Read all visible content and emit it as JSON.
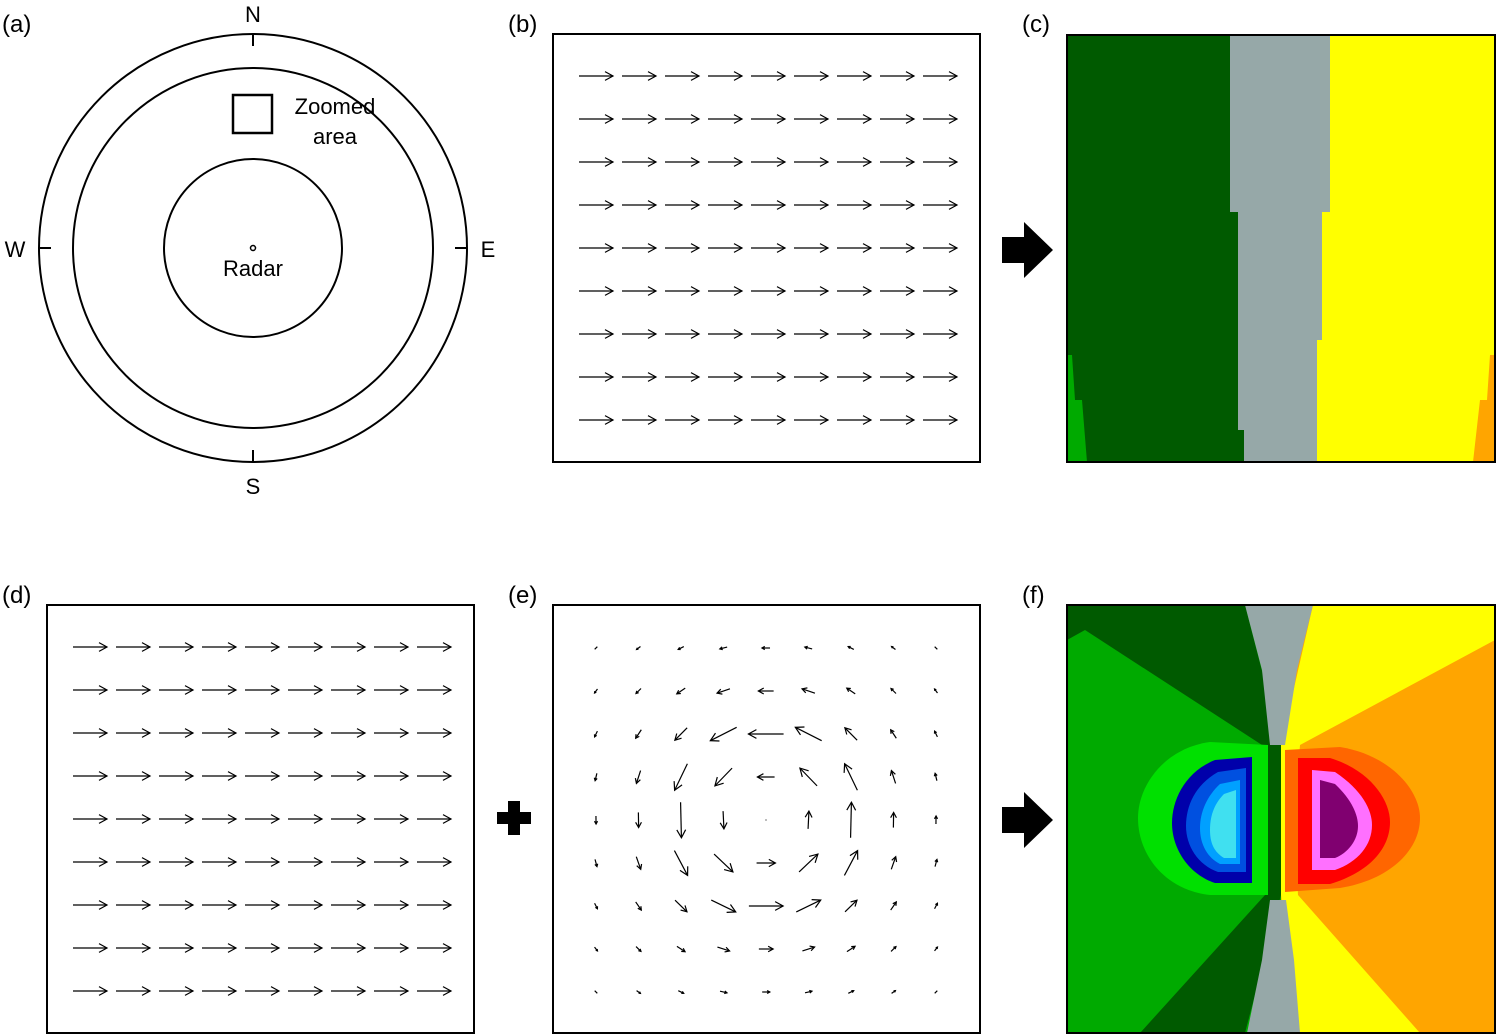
{
  "panels": {
    "a": {
      "label": "(a)",
      "north": "N",
      "south": "S",
      "east": "E",
      "west": "W",
      "radar_label": "Radar",
      "zoom_label_1": "Zoomed",
      "zoom_label_2": "area"
    },
    "b": {
      "label": "(b)",
      "description_grid": "uniform-wind"
    },
    "c": {
      "label": "(c)"
    },
    "d": {
      "label": "(d)"
    },
    "e": {
      "label": "(e)"
    },
    "f": {
      "label": "(f)"
    }
  },
  "symbols": {
    "arrow_icon": "right-block-arrow-icon",
    "plus_icon": "plus-icon"
  },
  "colors": {
    "dark_green": "#005a00",
    "green": "#00aa00",
    "bright_green": "#00e000",
    "gray": "#96a8a8",
    "yellow": "#ffff00",
    "orange": "#ffa500",
    "dark_orange": "#ff6600",
    "red": "#ff0000",
    "magenta": "#ff70ff",
    "purple": "#800070",
    "navy": "#0000aa",
    "blue": "#0050e0",
    "light_blue": "#00a0ff",
    "cyan": "#40e0f0",
    "black": "#000000"
  }
}
